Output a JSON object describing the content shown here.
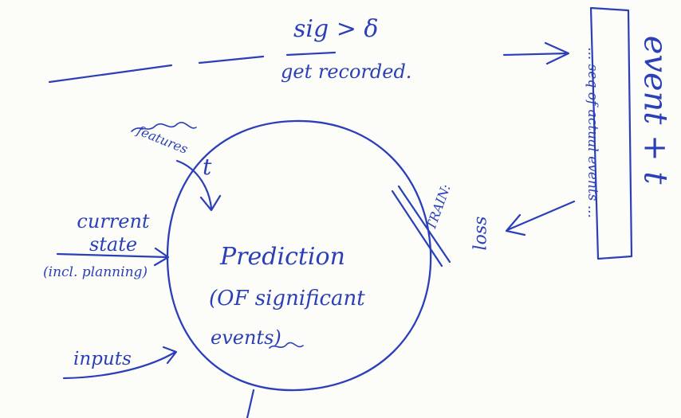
{
  "diagram": {
    "top_condition": "sig > δ",
    "top_action": "get recorded.",
    "log_box_text": "... seq of actual events ...",
    "event_label": "event + t",
    "features_label": "features",
    "time_label": "t",
    "current_state_label": "current state",
    "planning_label": "(incl. planning)",
    "inputs_label": "inputs",
    "circle_line1": "Prediction",
    "circle_line2": "(OF significant",
    "circle_line3": "events)",
    "train_label": "TRAIN:",
    "loss_label": "loss"
  },
  "ink_color": "#2a3fb8"
}
